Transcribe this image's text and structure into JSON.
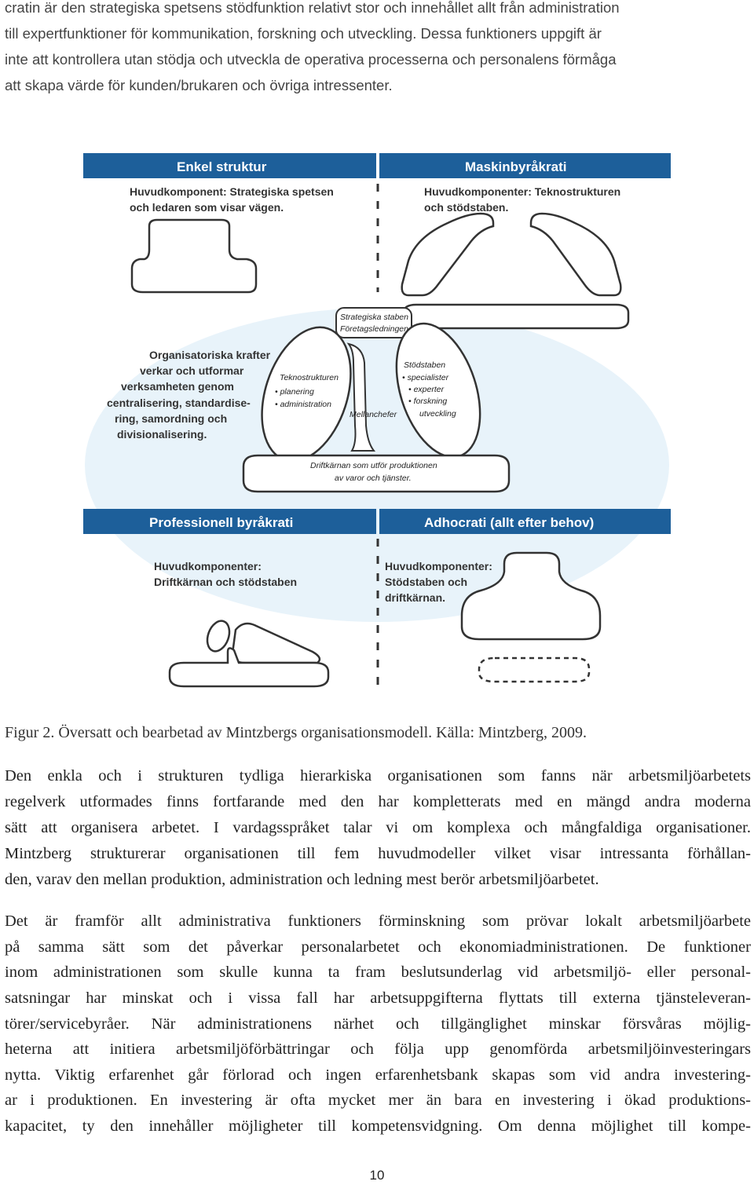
{
  "intro_lines": [
    "cratin är den strategiska spetsens stödfunktion relativt stor och innehållet allt från administration",
    "till expertfunktioner för kommunikation, forskning och utveckling. Dessa funktioners uppgift är",
    "inte att kontrollera utan stödja och utveckla de operativa processerna och personalens förmåga",
    "att skapa värde för kunden/brukaren och övriga intressenter."
  ],
  "figure": {
    "colors": {
      "header_blue": "#1d5f9a",
      "ellipse_blue": "#e8f3fa"
    },
    "enkel": {
      "title": "Enkel struktur",
      "desc_line1": "Huvudkomponent: Strategiska spetsen",
      "desc_line2": "och ledaren som visar vägen."
    },
    "maskin": {
      "title": "Maskinbyråkrati",
      "desc_line1": "Huvudkomponenter: Teknostrukturen",
      "desc_line2": "och stödstaben."
    },
    "center": {
      "forces": [
        "Organisatoriska krafter",
        "verkar och utformar",
        "verksamheten genom",
        "centralisering, standardise-",
        "ring, samordning och",
        "divisionalisering."
      ],
      "strategic_apex": [
        "Strategiska staben",
        "Företagsledningen"
      ],
      "techno": [
        "Teknostrukturen",
        "• planering",
        "• administration"
      ],
      "support": [
        "Stödstaben",
        "• specialister",
        "• experter",
        "• forskning",
        "utveckling"
      ],
      "middle": "Mellanchefer",
      "core": [
        "Driftkärnan som utför produktionen",
        "av varor och tjänster."
      ]
    },
    "prof": {
      "title": "Professionell byråkrati",
      "desc_line1": "Huvudkomponenter:",
      "desc_line2": "Driftkärnan och stödstaben"
    },
    "adhoc": {
      "title": "Adhocrati (allt efter behov)",
      "desc_line1": "Huvudkomponenter:",
      "desc_line2": "Stödstaben och",
      "desc_line3": "driftkärnan."
    }
  },
  "caption": "Figur 2. Översatt och bearbetad av Mintzbergs organisationsmodell. Källa: Mintzberg, 2009.",
  "paragraph1": [
    "Den enkla och i strukturen tydliga hierarkiska organisationen som fanns när arbetsmiljöarbetets",
    "regelverk utformades finns fortfarande med den har kompletterats med en mängd andra moderna",
    "sätt att organisera arbetet. I vardagsspråket talar vi om komplexa och mångfaldiga organisationer.",
    "Mintzberg strukturerar organisationen till fem huvudmodeller vilket visar intressanta förhållan-",
    "den, varav den mellan produktion, administration och ledning mest berör arbetsmiljöarbetet."
  ],
  "paragraph2": [
    "Det är framför allt administrativa funktioners förminskning som prövar lokalt arbetsmiljöarbete",
    "på samma sätt som det påverkar personalarbetet och ekonomiadministrationen. De funktioner",
    "inom administrationen som skulle kunna ta fram beslutsunderlag vid arbetsmiljö- eller personal-",
    "satsningar har minskat och i vissa fall har arbetsuppgifterna flyttats till externa tjänsteleveran-",
    "törer/servicebyråer. När administrationens närhet och tillgänglighet minskar försvåras möjlig-",
    "heterna att initiera arbetsmiljöförbättringar och följa upp genomförda arbetsmiljöinvesteringars",
    "nytta. Viktig erfarenhet går förlorad och ingen erfarenhetsbank skapas som vid andra investering-",
    "ar i produktionen. En investering är ofta mycket mer än bara en investering i ökad produktions-",
    "kapacitet, ty den innehåller möjligheter till kompetensvidgning. Om denna möjlighet till kompe-"
  ],
  "page_number": "10"
}
